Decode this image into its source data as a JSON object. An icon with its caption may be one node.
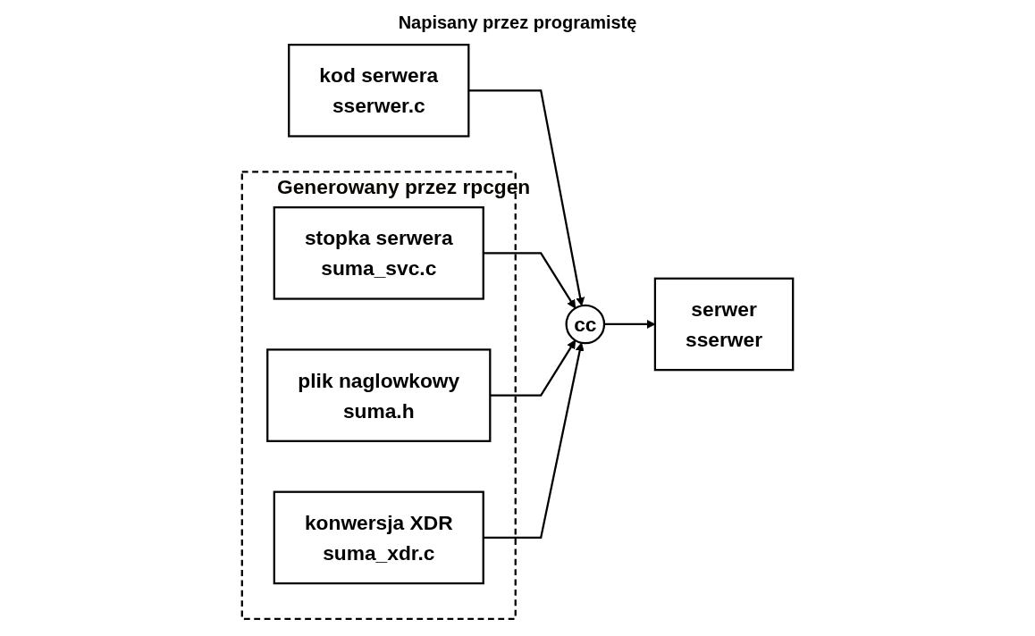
{
  "diagram": {
    "nodes": [
      {
        "text": [
          "kod serwera",
          "sserwer.c"
        ]
      },
      {
        "text": [
          "Generowany przez rpcgen"
        ]
      },
      {
        "text": [
          "stopka serwera",
          "suma_svc.c"
        ],
        "in": 1
      },
      {
        "text": [
          "plik naglowkowy",
          "suma.h"
        ],
        "in": 1
      },
      {
        "text": [
          "konwersja XDR",
          "suma_xdr.c"
        ],
        "in": 1
      },
      {
        "text": [
          "cc"
        ]
      },
      {
        "text": [
          "serwer",
          "sserwer"
        ]
      }
    ],
    "edges": [
      {
        "from": 0,
        "to": 5,
        "arrow": "to"
      },
      {
        "from": 2,
        "to": 5,
        "arrow": "to"
      },
      {
        "from": 3,
        "to": 5,
        "arrow": "to"
      },
      {
        "from": 4,
        "to": 5,
        "arrow": "to"
      },
      {
        "from": 5,
        "to": 6,
        "arrow": "to"
      }
    ],
    "labels": [
      "Napisany przez programistę"
    ]
  }
}
